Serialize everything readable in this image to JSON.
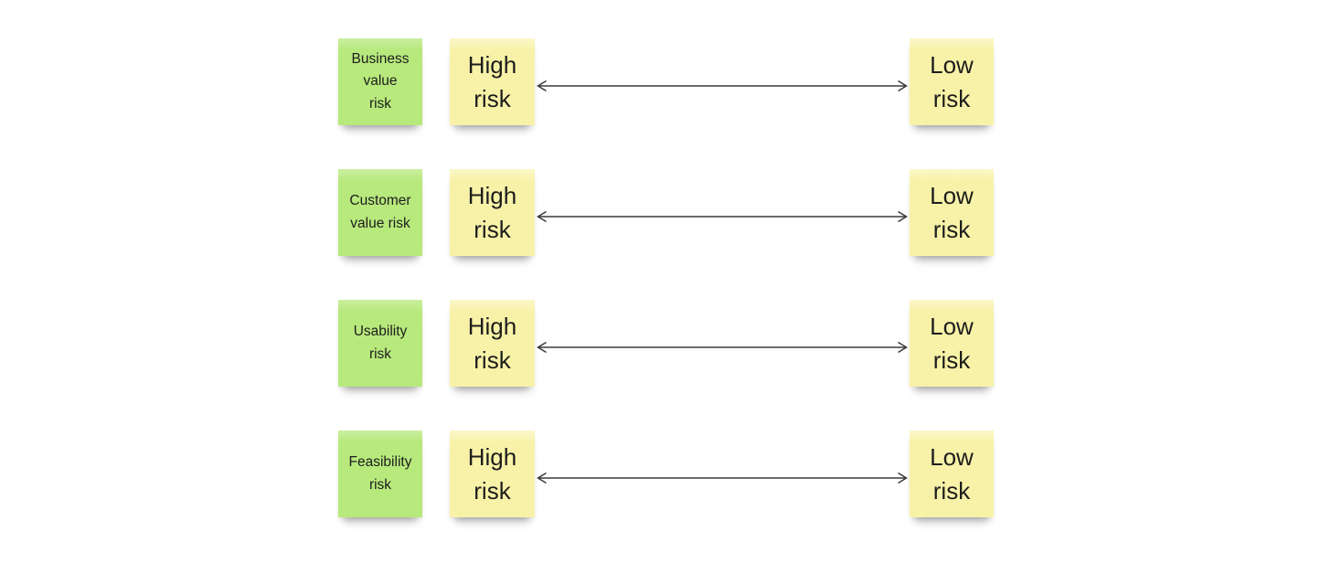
{
  "colors": {
    "green_note": "#b7e97c",
    "yellow_note": "#f8f2a8",
    "arrow": "#3a3a3a",
    "note_text": "#1d1d1d",
    "canvas_bg": "#ffffff"
  },
  "rows": [
    {
      "category": "Business\nvalue\nrisk",
      "high_label": "High\nrisk",
      "low_label": "Low\nrisk"
    },
    {
      "category": "Customer\nvalue risk",
      "high_label": "High\nrisk",
      "low_label": "Low\nrisk"
    },
    {
      "category": "Usability\nrisk",
      "high_label": "High\nrisk",
      "low_label": "Low\nrisk"
    },
    {
      "category": "Feasibility\nrisk",
      "high_label": "High\nrisk",
      "low_label": "Low\nrisk"
    }
  ]
}
